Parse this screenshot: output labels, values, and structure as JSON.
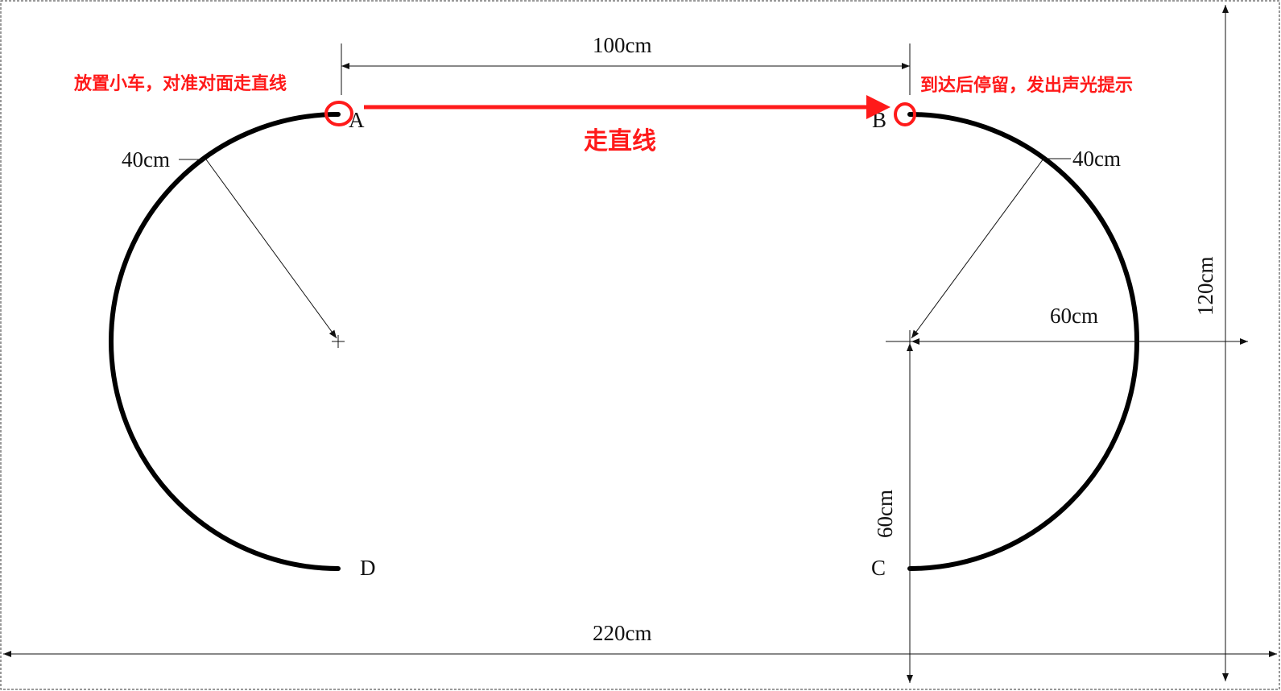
{
  "diagram": {
    "points": {
      "a": "A",
      "b": "B",
      "c": "C",
      "d": "D"
    },
    "dimensions": {
      "top_span": "100cm",
      "left_radius": "40cm",
      "right_radius": "40cm",
      "center_to_edge": "60cm",
      "vertical_half": "60cm",
      "total_height": "120cm",
      "total_width": "220cm"
    },
    "annotations": {
      "start_note": "放置小车，对准对面走直线",
      "end_note": "到达后停留，发出声光提示",
      "path_label": "走直线"
    },
    "colors": {
      "track": "#000000",
      "annotation": "#ff1a1a",
      "dimension_line": "#111111",
      "border": "#333333"
    }
  }
}
